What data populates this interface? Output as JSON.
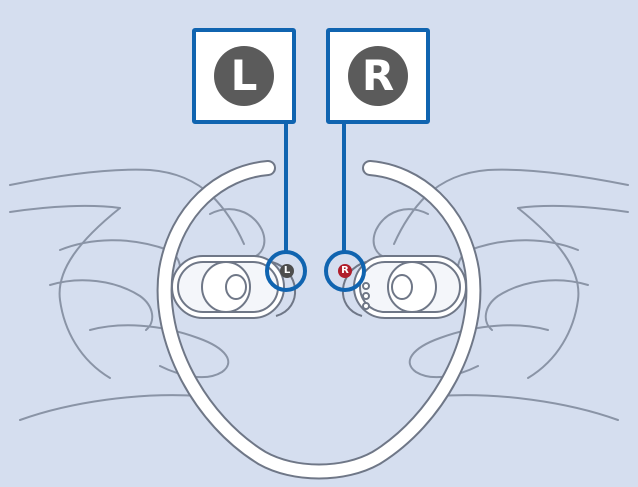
{
  "callouts": {
    "left": {
      "label": "L"
    },
    "right": {
      "label": "R"
    }
  },
  "earbud_marks": {
    "left": "L",
    "right": "R"
  },
  "colors": {
    "background": "#d5deef",
    "callout_border": "#1064b0",
    "badge_fill": "#5b5b5b",
    "right_mark_fill": "#b01e2c",
    "line_art": "#8a94a6"
  }
}
